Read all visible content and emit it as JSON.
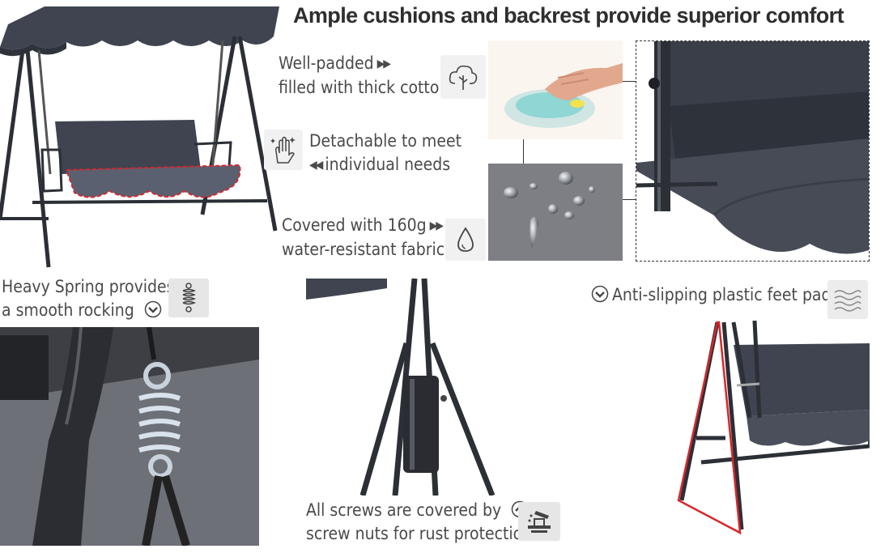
{
  "title": "Ample cushions and backrest provide superior comfort",
  "features": {
    "padded_line1": "Well-padded",
    "padded_line2": "filled with thick cotton",
    "detachable_line1": "Detachable to meet",
    "detachable_line2": "individual needs",
    "fabric_line1": "Covered with 160g",
    "fabric_line2": "water-resistant fabric",
    "spring_line1": "Heavy Spring provides",
    "spring_line2": "a smooth rocking",
    "screws_line1": "All screws are covered by",
    "screws_line2": "screw nuts for rust protection.",
    "feet_pads": "Anti-slipping plastic feet pads"
  },
  "icons": {
    "padded": "cloud-icon",
    "detachable": "hand-sparkle-icon",
    "fabric": "water-drop-icon",
    "spring": "spring-icon",
    "screws": "screw-nut-icon",
    "feet": "wave-pad-icon",
    "arrow_right": "double-arrow-right-icon",
    "arrow_left": "double-arrow-left-icon",
    "chevron_down": "circle-chevron-down-icon",
    "chevron_up": "circle-chevron-up-icon"
  },
  "colors": {
    "fabric": "#3f4450",
    "frame": "#2c2f36",
    "highlight_red": "#d9262b",
    "text": "#4a4a4a",
    "title": "#2e2e2e"
  }
}
